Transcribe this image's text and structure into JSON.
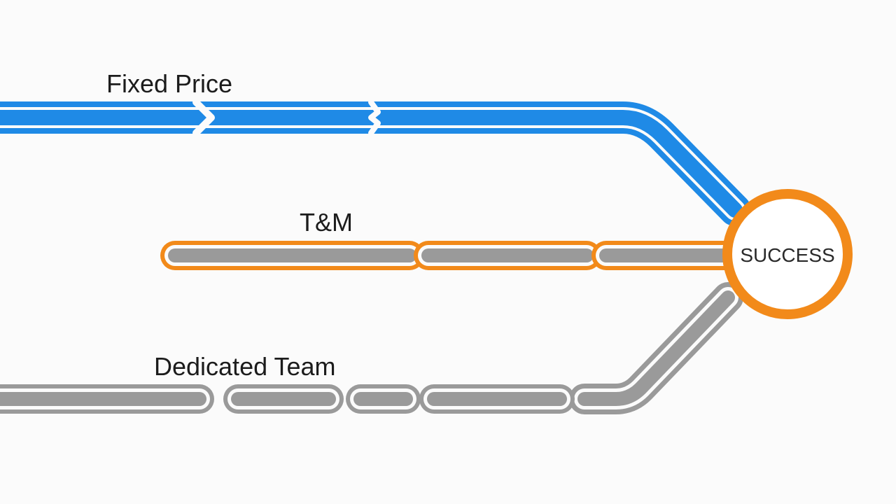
{
  "routes": {
    "fixed_price": {
      "label": "Fixed Price",
      "color": "#1f8ae6"
    },
    "tm": {
      "label": "T&M",
      "color": "#f28a1a",
      "inner_color": "#9a9a9a"
    },
    "dedicated_team": {
      "label": "Dedicated Team",
      "color": "#9a9a9a"
    }
  },
  "hub": {
    "label": "SUCCESS",
    "ring_color": "#f28a1a"
  }
}
